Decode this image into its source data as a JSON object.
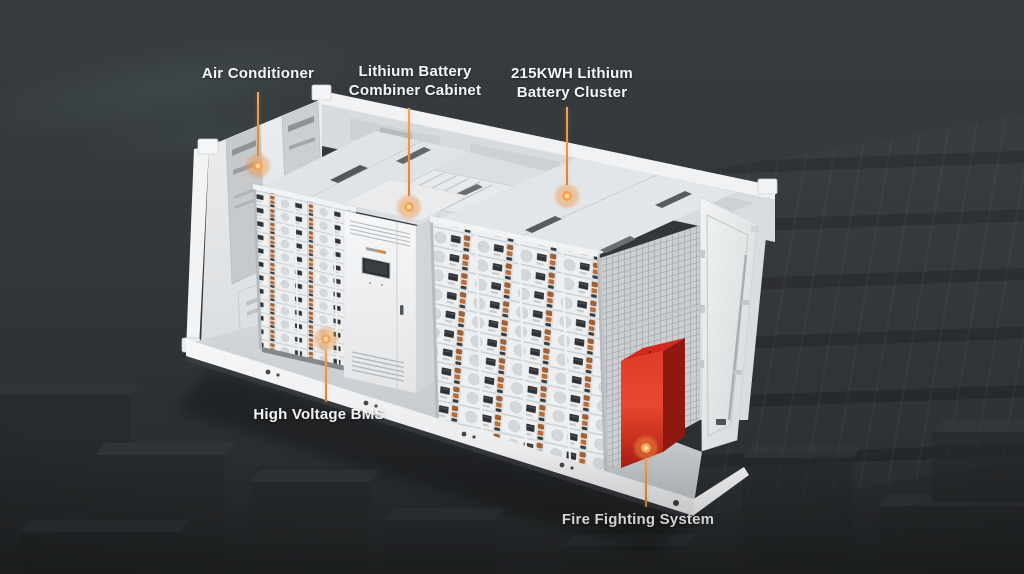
{
  "callouts": [
    {
      "name": "air-conditioner",
      "lines": [
        "Air Conditioner"
      ]
    },
    {
      "name": "lithium-battery-combiner-cabinet",
      "lines": [
        "Lithium Battery",
        "Combiner Cabinet"
      ]
    },
    {
      "name": "215kwh-lithium-battery-cluster",
      "lines": [
        "215KWH Lithium",
        "Battery Cluster"
      ]
    },
    {
      "name": "high-voltage-bms",
      "lines": [
        "High Voltage BMS"
      ]
    },
    {
      "name": "fire-fighting-system",
      "lines": [
        "Fire Fighting System"
      ]
    }
  ],
  "colors": {
    "accent": "#d9813a",
    "accent-glow": "#f7a452",
    "fire-red": "#d2291c",
    "terminal-orange": "#ad6330",
    "container-white": "#eef0f2",
    "scene-bg": "#34383b"
  }
}
